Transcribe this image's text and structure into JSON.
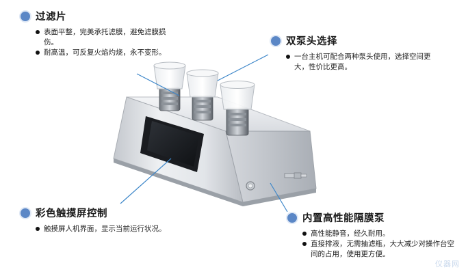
{
  "features": {
    "filter": {
      "title": "过滤片",
      "bullets": [
        "表面平整，完美承托滤膜，避免滤膜损伤。",
        "耐高温，可反复火焰灼烧，永不变形。"
      ]
    },
    "dual_pump": {
      "title": "双泵头选择",
      "bullets": [
        "一台主机可配合两种泵头使用，选择空间更大，性价比更高。"
      ]
    },
    "touchscreen": {
      "title": "彩色触摸屏控制",
      "bullets": [
        "触摸屏人机界面，显示当前运行状况。"
      ]
    },
    "diaphragm_pump": {
      "title": "内置高性能隔膜泵",
      "bullets": [
        "高性能静音，经久耐用。",
        "直接排液，无需抽滤瓶，大大减少对操作台空间的占用，使用更方便。"
      ]
    }
  },
  "watermark": "仪器网",
  "colors": {
    "accent": "#5b87c6",
    "callout_line": "#3c86c9"
  }
}
